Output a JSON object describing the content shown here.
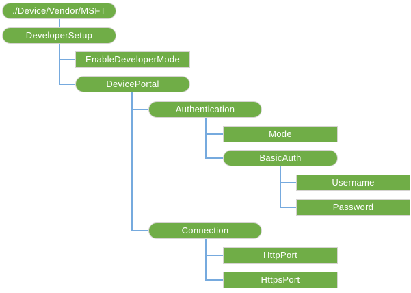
{
  "colors": {
    "node_fill": "#70AD47",
    "node_border": "#D6D4D2",
    "node_text": "#FFFFFF",
    "connector": "#76AADE"
  },
  "tree": {
    "nodes": [
      {
        "label": "./Device/Vendor/MSFT",
        "shape": "pill",
        "depth": 0,
        "parent": null
      },
      {
        "label": "DeveloperSetup",
        "shape": "pill",
        "depth": 0,
        "parent": "./Device/Vendor/MSFT"
      },
      {
        "label": "EnableDeveloperMode",
        "shape": "rect",
        "depth": 1,
        "parent": "DeveloperSetup"
      },
      {
        "label": "DevicePortal",
        "shape": "pill",
        "depth": 1,
        "parent": "DeveloperSetup"
      },
      {
        "label": "Authentication",
        "shape": "pill",
        "depth": 2,
        "parent": "DevicePortal"
      },
      {
        "label": "Mode",
        "shape": "rect",
        "depth": 3,
        "parent": "Authentication"
      },
      {
        "label": "BasicAuth",
        "shape": "pill",
        "depth": 3,
        "parent": "Authentication"
      },
      {
        "label": "Username",
        "shape": "rect",
        "depth": 4,
        "parent": "BasicAuth"
      },
      {
        "label": "Password",
        "shape": "rect",
        "depth": 4,
        "parent": "BasicAuth"
      },
      {
        "label": "Connection",
        "shape": "pill",
        "depth": 2,
        "parent": "DevicePortal"
      },
      {
        "label": "HttpPort",
        "shape": "rect",
        "depth": 3,
        "parent": "Connection"
      },
      {
        "label": "HttpsPort",
        "shape": "rect",
        "depth": 3,
        "parent": "Connection"
      }
    ]
  }
}
